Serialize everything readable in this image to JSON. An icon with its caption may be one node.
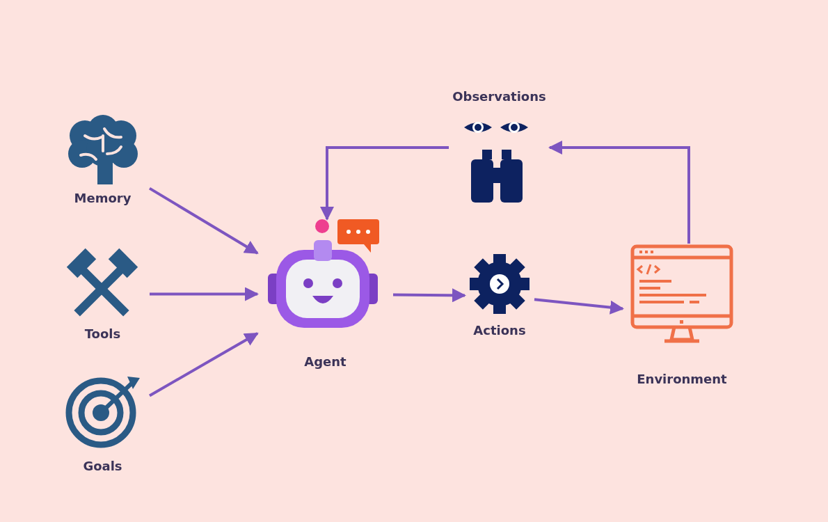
{
  "diagram": {
    "nodes": [
      {
        "text": [
          "Memory"
        ]
      },
      {
        "text": [
          "Tools"
        ]
      },
      {
        "text": [
          "Goals"
        ]
      },
      {
        "text": [
          "Agent"
        ]
      },
      {
        "text": [
          "Actions"
        ]
      },
      {
        "text": [
          "Environment"
        ]
      },
      {
        "text": [
          "Observations"
        ]
      }
    ],
    "edges": [
      {
        "from": 0,
        "to": 3,
        "arrow": "to"
      },
      {
        "from": 1,
        "to": 3,
        "arrow": "to"
      },
      {
        "from": 2,
        "to": 3,
        "arrow": "to"
      },
      {
        "from": 3,
        "to": 4,
        "arrow": "to"
      },
      {
        "from": 4,
        "to": 5,
        "arrow": "to"
      },
      {
        "from": 5,
        "to": 6,
        "arrow": "to"
      },
      {
        "from": 6,
        "to": 3,
        "arrow": "to"
      }
    ]
  }
}
